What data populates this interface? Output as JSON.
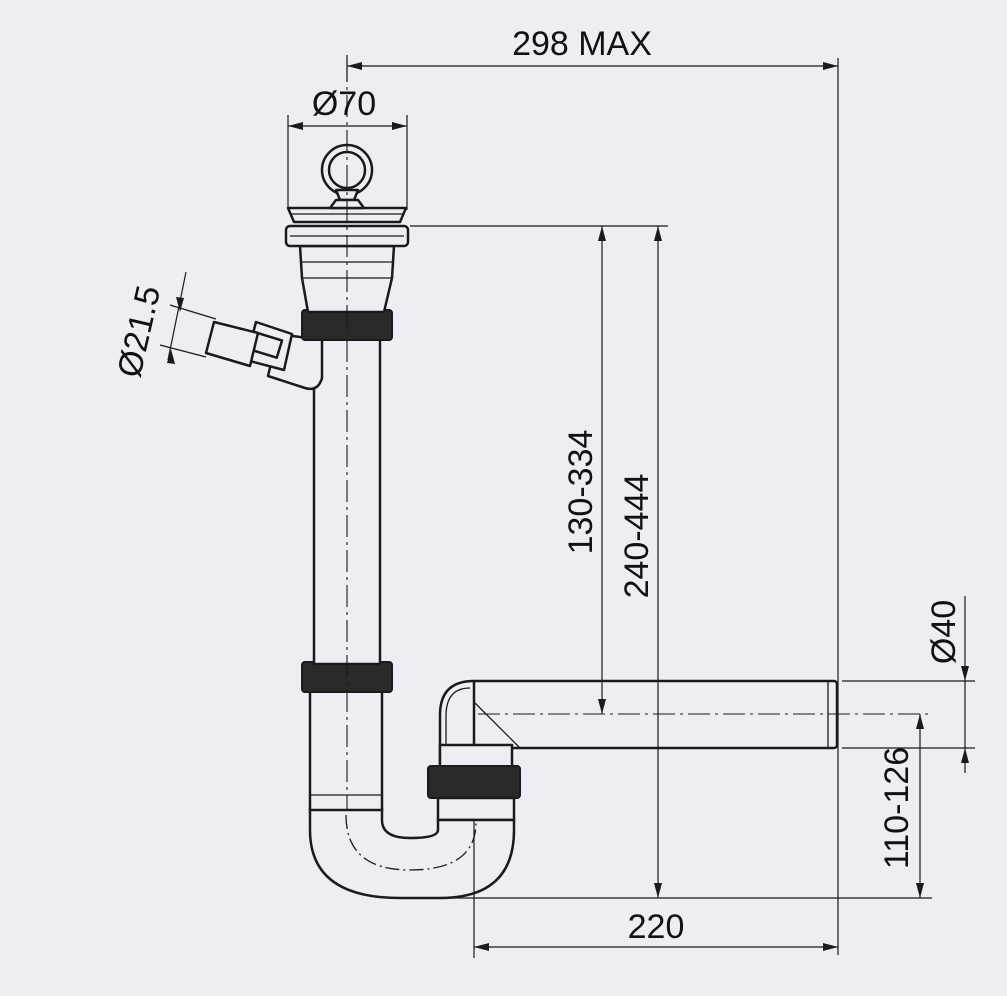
{
  "dimensions": {
    "overall_width": "298 MAX",
    "strainer_diameter": "Ø70",
    "hose_connector_diameter": "Ø21.5",
    "height_inner": "130-334",
    "height_outer": "240-444",
    "outlet_diameter": "Ø40",
    "outlet_height": "110-126",
    "outlet_length": "220"
  },
  "colors": {
    "background": "#ECEEF4",
    "line": "#1A1A1A"
  }
}
